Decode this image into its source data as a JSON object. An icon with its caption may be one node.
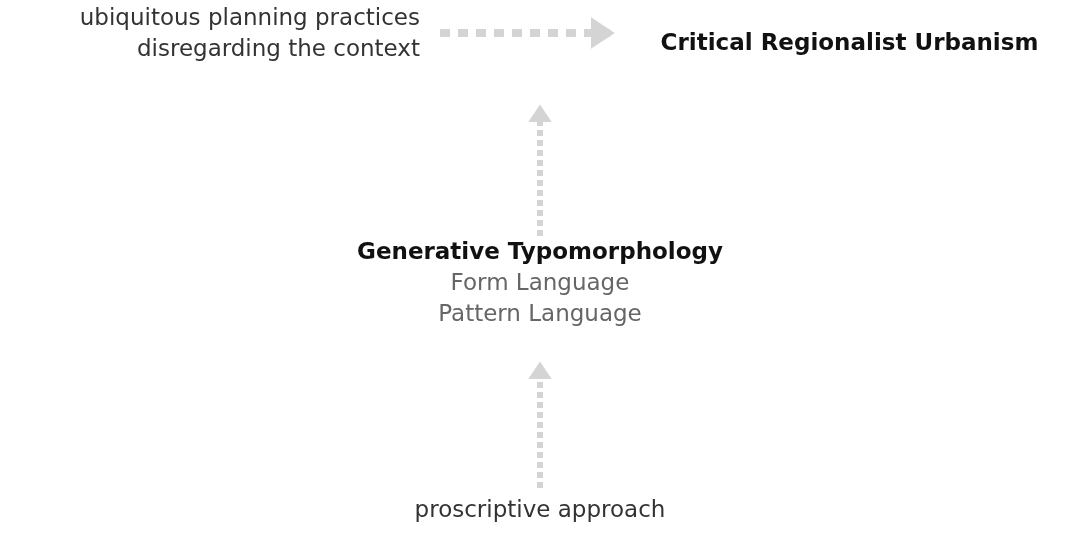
{
  "diagram": {
    "nodes": [
      {
        "text": [
          "ubiquitous planning practices disregarding the context"
        ]
      },
      {
        "text": [
          "Critical Regionalist Urbanism"
        ]
      },
      {
        "text": [
          "Generative Typomorphology",
          "Form Language",
          "Pattern Language"
        ]
      },
      {
        "text": [
          "proscriptive approach"
        ]
      }
    ],
    "edges": [
      {
        "from": 0,
        "to": 1,
        "arrow": "to",
        "style": "dashed"
      },
      {
        "from": 2,
        "to": null,
        "arrow": "to",
        "style": "dashed"
      },
      {
        "from": 3,
        "to": 2,
        "arrow": "to",
        "style": "dashed"
      }
    ]
  }
}
